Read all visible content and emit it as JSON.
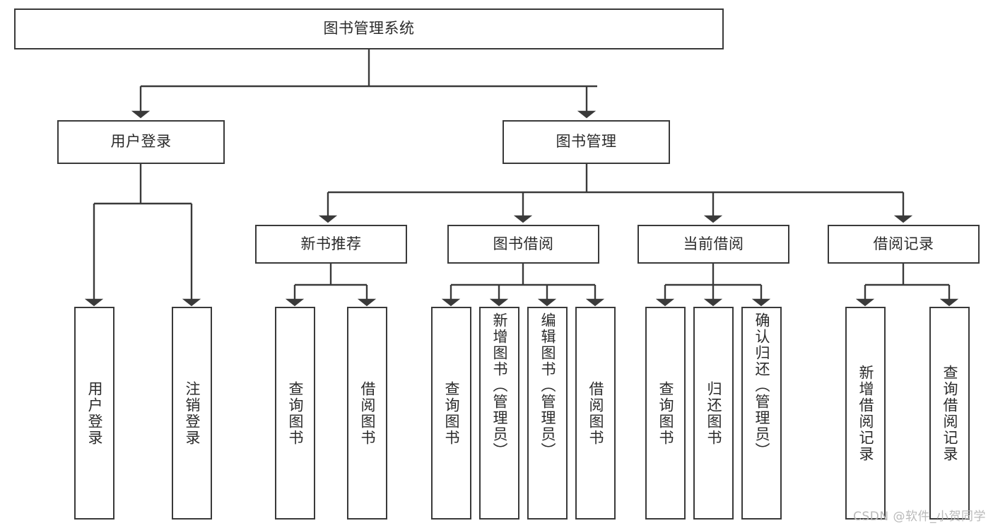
{
  "diagram": {
    "title": "图书管理系统",
    "type": "tree-hierarchy",
    "root": {
      "id": "root",
      "label": "图书管理系统"
    },
    "level2": [
      {
        "id": "user-login",
        "label": "用户登录"
      },
      {
        "id": "book-manage",
        "label": "图书管理"
      }
    ],
    "level3": [
      {
        "id": "new-book-recommend",
        "label": "新书推荐",
        "parent": "book-manage"
      },
      {
        "id": "book-borrow",
        "label": "图书借阅",
        "parent": "book-manage"
      },
      {
        "id": "current-borrow",
        "label": "当前借阅",
        "parent": "book-manage"
      },
      {
        "id": "borrow-record",
        "label": "借阅记录",
        "parent": "book-manage"
      }
    ],
    "leaves": {
      "user-login": [
        {
          "id": "leaf-user-login",
          "label": "用户登录"
        },
        {
          "id": "leaf-user-logout",
          "label": "注销登录"
        }
      ],
      "new-book-recommend": [
        {
          "id": "leaf-query-book-1",
          "label": "查询图书"
        },
        {
          "id": "leaf-borrow-book-1",
          "label": "借阅图书"
        }
      ],
      "book-borrow": [
        {
          "id": "leaf-query-book-2",
          "label": "查询图书"
        },
        {
          "id": "leaf-add-book",
          "label": "新增图书（管理员）"
        },
        {
          "id": "leaf-edit-book",
          "label": "编辑图书（管理员）"
        },
        {
          "id": "leaf-borrow-book-2",
          "label": "借阅图书"
        }
      ],
      "current-borrow": [
        {
          "id": "leaf-query-book-3",
          "label": "查询图书"
        },
        {
          "id": "leaf-return-book",
          "label": "归还图书"
        },
        {
          "id": "leaf-confirm-return",
          "label": "确认归还（管理员）"
        }
      ],
      "borrow-record": [
        {
          "id": "leaf-add-record",
          "label": "新增借阅记录"
        },
        {
          "id": "leaf-query-record",
          "label": "查询借阅记录"
        }
      ]
    }
  },
  "watermark": {
    "text": "CSDN @软件_小贺同学"
  },
  "colors": {
    "stroke": "#3a3a3a",
    "box_fill": "#ffffff",
    "text": "#2b2b2b",
    "watermark": "#b9b9b9",
    "background": "#ffffff"
  }
}
